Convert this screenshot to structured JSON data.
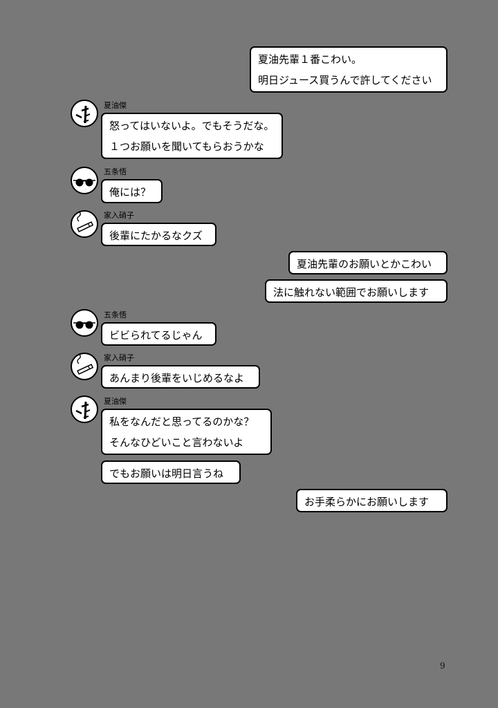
{
  "characters": {
    "geto": {
      "name": "夏油傑",
      "icon": "kanji-mark-icon"
    },
    "gojo": {
      "name": "五条悟",
      "icon": "sunglasses-icon"
    },
    "shoko": {
      "name": "家入硝子",
      "icon": "cigarette-icon"
    }
  },
  "messages": [
    {
      "side": "right",
      "lines": [
        "夏油先輩１番こわい。",
        "明日ジュース買うんで許してください"
      ]
    },
    {
      "side": "left",
      "speaker": "geto",
      "lines": [
        "怒ってはいないよ。でもそうだな。",
        "１つお願いを聞いてもらおうかな"
      ]
    },
    {
      "side": "left",
      "speaker": "gojo",
      "lines": [
        "俺には？"
      ]
    },
    {
      "side": "left",
      "speaker": "shoko",
      "lines": [
        "後輩にたかるなクズ"
      ]
    },
    {
      "side": "right",
      "lines": [
        "夏油先輩のお願いとかこわい"
      ]
    },
    {
      "side": "right",
      "lines": [
        "法に触れない範囲でお願いします"
      ]
    },
    {
      "side": "left",
      "speaker": "gojo",
      "lines": [
        "ビビられてるじゃん"
      ]
    },
    {
      "side": "left",
      "speaker": "shoko",
      "lines": [
        "あんまり後輩をいじめるなよ"
      ]
    },
    {
      "side": "left",
      "speaker": "geto",
      "lines": [
        "私をなんだと思ってるのかな？",
        "そんなひどいこと言わないよ"
      ]
    },
    {
      "side": "left",
      "speaker": "geto",
      "lines": [
        "でもお願いは明日言うね"
      ]
    },
    {
      "side": "right",
      "lines": [
        "お手柔らかにお願いします"
      ]
    }
  ],
  "page_number": "9"
}
